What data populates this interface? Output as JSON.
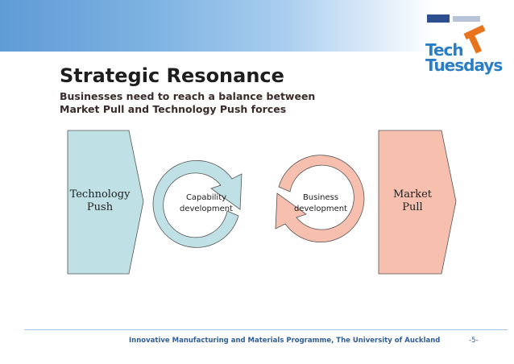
{
  "logo": {
    "line1": "Tech",
    "line2": "Tuesdays"
  },
  "slide": {
    "title": "Strategic Resonance",
    "subtitle_line1": "Businesses need to reach a balance between",
    "subtitle_line2": "Market Pull and Technology Push forces"
  },
  "diagram": {
    "left_block": {
      "line1": "Technology",
      "line2": "Push",
      "fill": "#bfe0e4"
    },
    "right_block": {
      "line1": "Market",
      "line2": "Pull",
      "fill": "#f6bfae"
    },
    "left_cycle": {
      "line1": "Capability",
      "line2": "development",
      "fill": "#bfe0e4"
    },
    "right_cycle": {
      "line1": "Business",
      "line2": "development",
      "fill": "#f6bfae"
    }
  },
  "footer": {
    "text": "Innovative Manufacturing and Materials Programme, The University of Auckland",
    "page": "-5-"
  }
}
